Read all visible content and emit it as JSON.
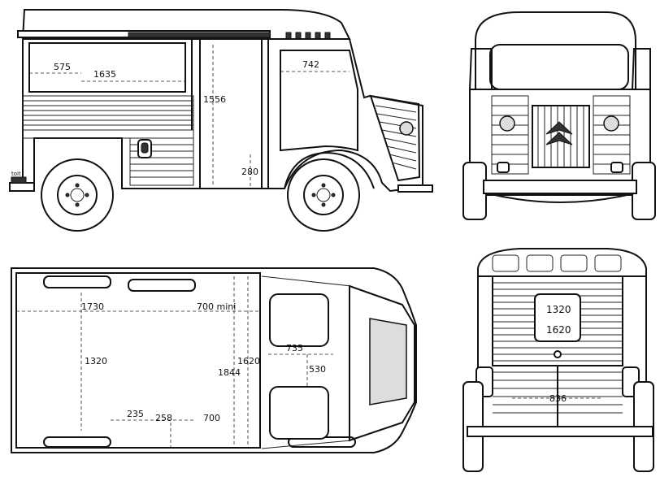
{
  "side_view": {
    "dims": {
      "d575": "575",
      "d1635": "1635",
      "d742": "742",
      "d1556": "1556",
      "d280": "280"
    },
    "small_label": "toit"
  },
  "top_view": {
    "dims": {
      "d1730": "1730",
      "d700_min": "700 mini",
      "d1320": "1320",
      "d1620": "1620",
      "d1844": "1844",
      "d735": "735",
      "d530": "530",
      "d235": "235",
      "d258": "258",
      "d700": "700"
    }
  },
  "rear_view": {
    "dims": {
      "d1320": "1320",
      "d1620": "1620",
      "d836": "836"
    }
  }
}
